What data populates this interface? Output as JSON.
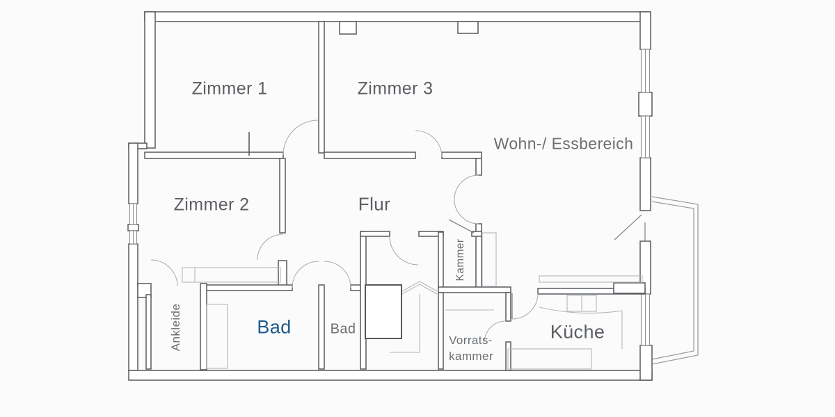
{
  "plan_type": "floor-plan",
  "rooms": {
    "zimmer1": {
      "label": "Zimmer 1"
    },
    "zimmer3": {
      "label": "Zimmer 3"
    },
    "wohn_essbereich": {
      "label": "Wohn-/ Essbereich"
    },
    "zimmer2": {
      "label": "Zimmer 2"
    },
    "flur": {
      "label": "Flur"
    },
    "kammer": {
      "label": "Kammer"
    },
    "ankleide": {
      "label": "Ankleide"
    },
    "bad": {
      "label": "Bad"
    },
    "bad_klein": {
      "label": "Bad"
    },
    "vorratskammer": {
      "line1": "Vorrats-",
      "line2": "kammer"
    },
    "kueche": {
      "label": "Küche"
    }
  },
  "colors": {
    "walls": "#565a5f",
    "thin_furniture_lines": "#b3b6ba",
    "door_arcs": "#a9acb0",
    "room_text": "#5b5f64",
    "muted_text": "#6b6f73",
    "accent_blue_bad": "#1d5a8f",
    "background": "#fbfbfb"
  }
}
